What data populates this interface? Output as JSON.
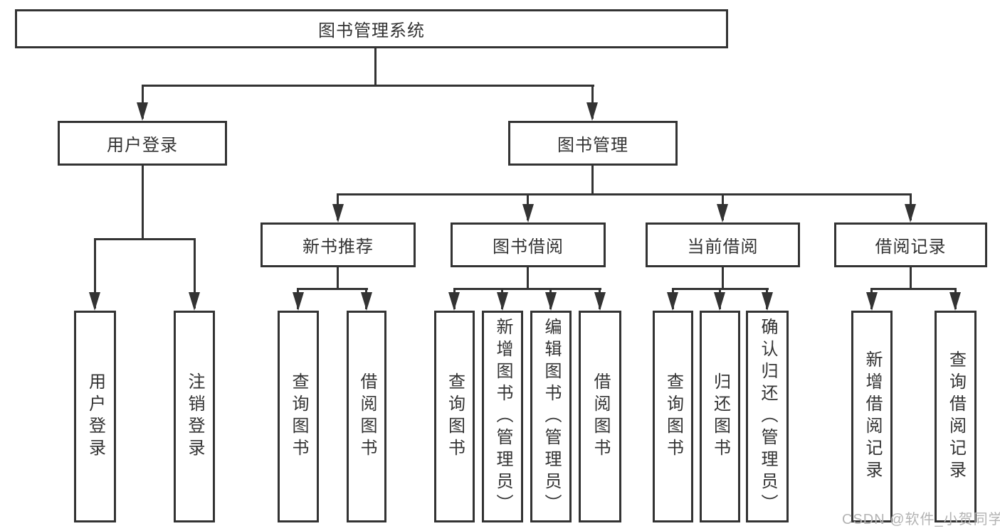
{
  "diagram": {
    "type": "hierarchy-tree",
    "colors": {
      "line": "#333333",
      "text": "#333333",
      "node_background": "#ffffff",
      "page_background": "#ffffff",
      "watermark": "#b3b3b3"
    },
    "nodes": {
      "root": {
        "label": "图书管理系统"
      },
      "user_login": {
        "label": "用户登录"
      },
      "book_mgmt": {
        "label": "图书管理"
      },
      "new_book": {
        "label": "新书推荐"
      },
      "book_borrow": {
        "label": "图书借阅"
      },
      "current_borrow": {
        "label": "当前借阅"
      },
      "borrow_records": {
        "label": "借阅记录"
      },
      "leaf_user_login": {
        "label": "用户登录"
      },
      "leaf_logout": {
        "label": "注销登录"
      },
      "leaf_nb_query": {
        "label": "查询图书"
      },
      "leaf_nb_borrow": {
        "label": "借阅图书"
      },
      "leaf_bb_query": {
        "label": "查询图书"
      },
      "leaf_bb_add": {
        "label": "新增图书（管理员）"
      },
      "leaf_bb_edit": {
        "label": "编辑图书（管理员）"
      },
      "leaf_bb_borrow": {
        "label": "借阅图书"
      },
      "leaf_cb_query": {
        "label": "查询图书"
      },
      "leaf_cb_return": {
        "label": "归还图书"
      },
      "leaf_cb_confirm": {
        "label": "确认归还（管理员）"
      },
      "leaf_br_add": {
        "label": "新增借阅记录"
      },
      "leaf_br_query": {
        "label": "查询借阅记录"
      }
    },
    "edges": [
      {
        "parent": "图书管理系统",
        "children": [
          "用户登录",
          "图书管理"
        ]
      },
      {
        "parent": "用户登录",
        "children": [
          "用户登录",
          "注销登录"
        ]
      },
      {
        "parent": "图书管理",
        "children": [
          "新书推荐",
          "图书借阅",
          "当前借阅",
          "借阅记录"
        ]
      },
      {
        "parent": "新书推荐",
        "children": [
          "查询图书",
          "借阅图书"
        ]
      },
      {
        "parent": "图书借阅",
        "children": [
          "查询图书",
          "新增图书（管理员）",
          "编辑图书（管理员）",
          "借阅图书"
        ]
      },
      {
        "parent": "当前借阅",
        "children": [
          "查询图书",
          "归还图书",
          "确认归还（管理员）"
        ]
      },
      {
        "parent": "借阅记录",
        "children": [
          "新增借阅记录",
          "查询借阅记录"
        ]
      }
    ],
    "watermark": "CSDN @软件_小贺同学"
  }
}
